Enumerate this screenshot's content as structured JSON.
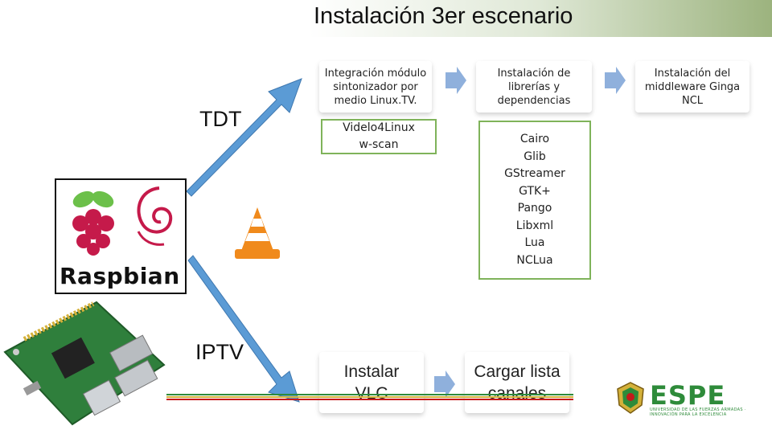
{
  "slide": {
    "title": "Instalación 3er escenario"
  },
  "left": {
    "tdt_label": "TDT",
    "iptv_label": "IPTV",
    "raspbian_logo_text": "Raspbian"
  },
  "tdt_flow": {
    "step1": "Integración módulo\nsintonizador por\nmedio Linux.TV.",
    "step2": "Instalación de\nlibrerías y\ndependencias",
    "step3": "Instalación del\nmiddleware Ginga\nNCL",
    "tools1": "Videlo4Linux\nw-scan",
    "tools2": "Cairo\nGlib\nGStreamer\nGTK+\nPango\nLibxml\nLua\nNCLua"
  },
  "iptv_flow": {
    "step1": "Instalar\nVLC",
    "step2": "Cargar lista\ncanales"
  },
  "logo": {
    "espe_text": "ESPE",
    "espe_subtitle": "UNIVERSIDAD DE LAS FUERZAS ARMADAS · INNOVACIÓN PARA LA EXCELENCIA"
  },
  "colors": {
    "arrow_blue": "#5b9bd5",
    "chevron_blue": "#8fb0dc",
    "green_border": "#7fb35a",
    "raspberry": "#c51a4a",
    "leaf": "#6cc04a",
    "espe_green": "#2e8b3a",
    "vlc_orange": "#f08a1c"
  },
  "icons": [
    "raspberry-pi-icon",
    "debian-swirl-icon",
    "vlc-cone-icon",
    "raspberry-pi-board-image",
    "espe-crest-icon"
  ]
}
